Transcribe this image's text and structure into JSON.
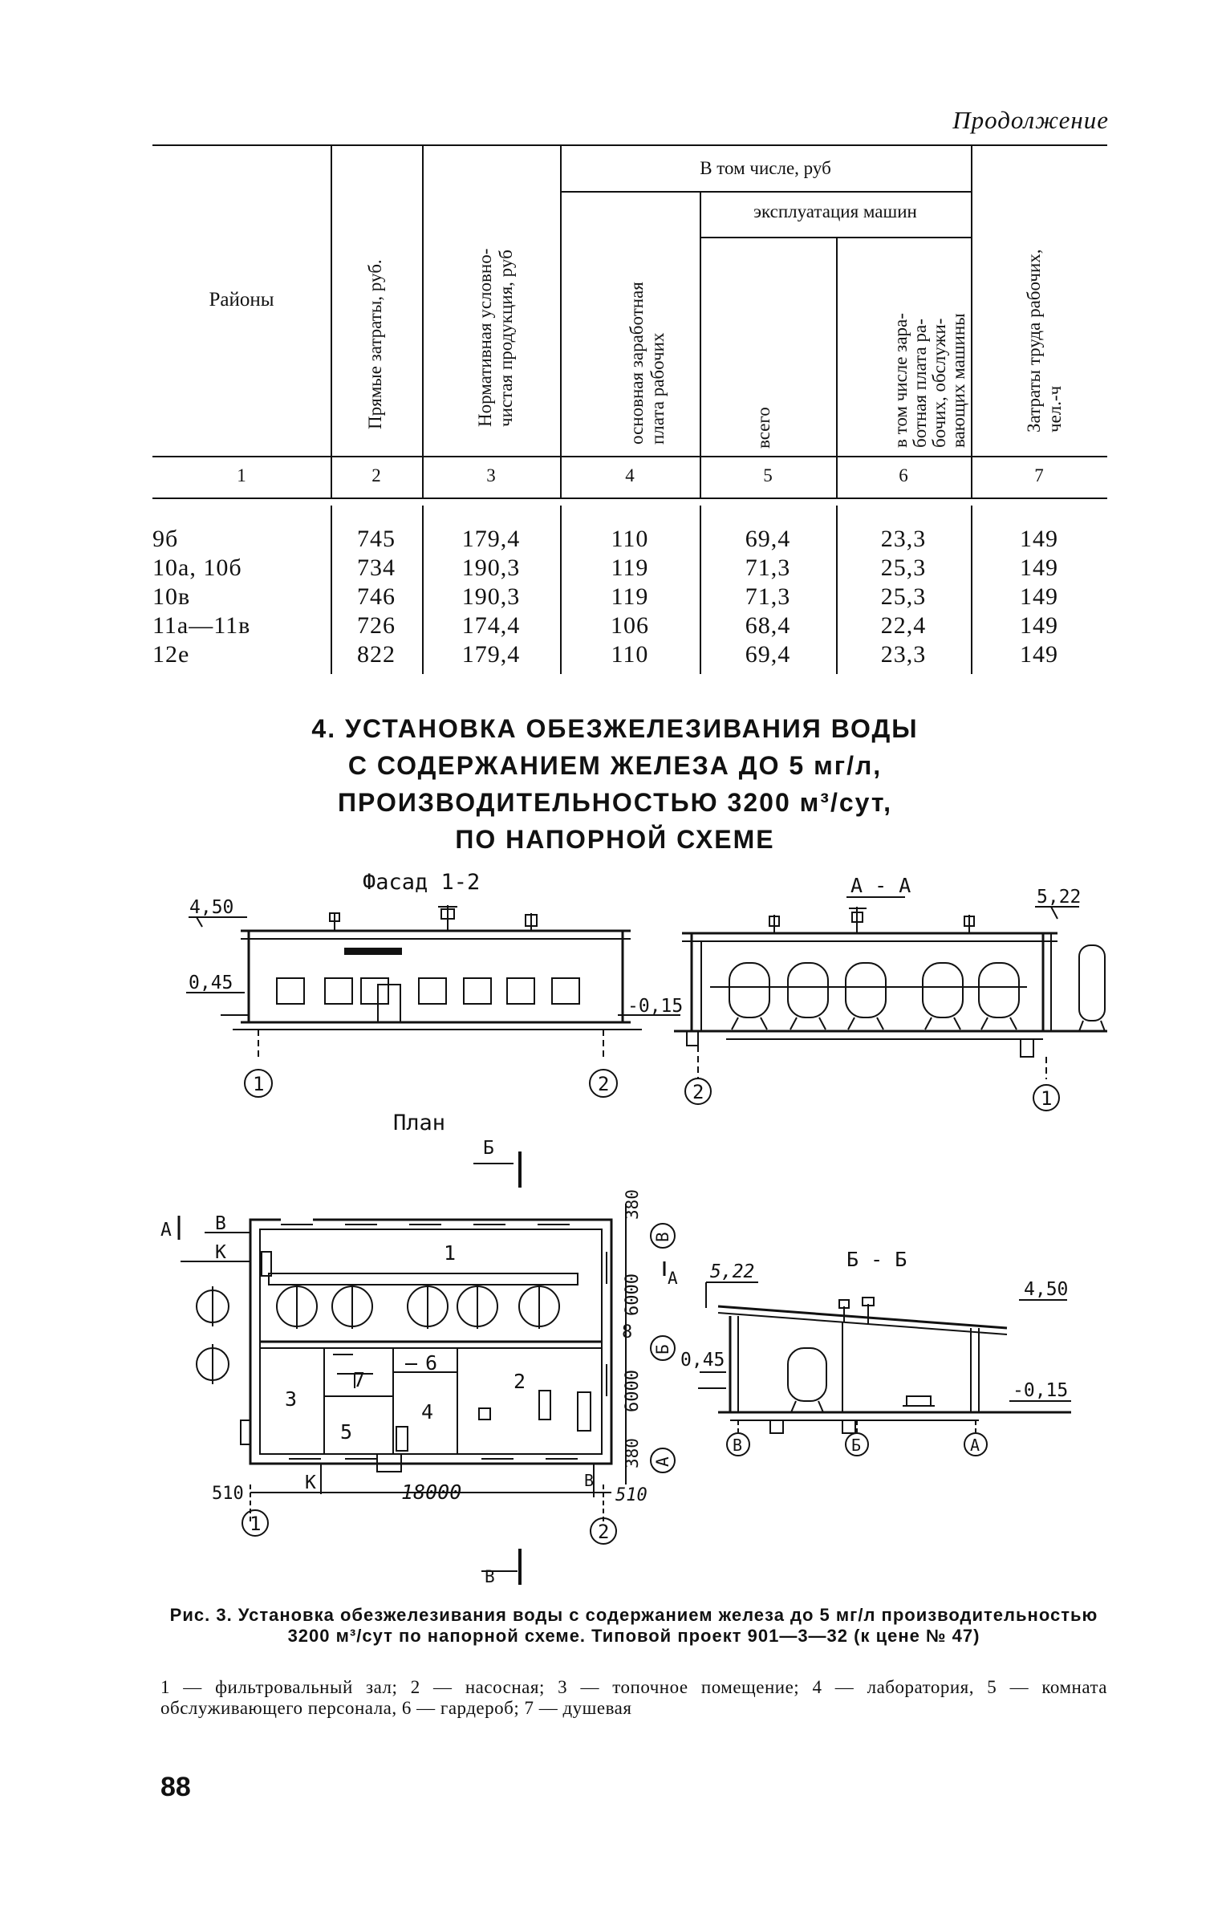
{
  "continued": "Продолжение",
  "table": {
    "headers": {
      "districts": "Районы",
      "direct_costs": "Прямые затраты, руб.",
      "normative_net_line1": "Нормативная условно-",
      "normative_net_line2": "чистая продукция, руб",
      "including": "В том числе, руб",
      "base_wage_line1": "основная заработная",
      "base_wage_line2": "плата рабочих",
      "machine_operation": "эксплуатация машин",
      "total": "всего",
      "incl_wage_line1": "в том числе зара-",
      "incl_wage_line2": "ботная плата ра-",
      "incl_wage_line3": "бочих, обслужи-",
      "incl_wage_line4": "вающих машины",
      "labor_line1": "Затраты труда рабочих,",
      "labor_line2": "чел.-ч"
    },
    "col_numbers": [
      "1",
      "2",
      "3",
      "4",
      "5",
      "6",
      "7"
    ],
    "columns": [
      "9б\n10а, 10б\n10в\n11а—11в\n12е",
      "745\n734\n746\n726\n822",
      "179,4\n190,3\n190,3\n174,4\n179,4",
      "110\n119\n119\n106\n110",
      "69,4\n71,3\n71,3\n68,4\n69,4",
      "23,3\n25,3\n25,3\n22,4\n23,3",
      "149\n149\n149\n149\n149"
    ]
  },
  "section_title": {
    "line1": "4. УСТАНОВКА ОБЕЗЖЕЛЕЗИВАНИЯ ВОДЫ",
    "line2": "С СОДЕРЖАНИЕМ ЖЕЛЕЗА ДО 5 мг/л,",
    "line3": "ПРОИЗВОДИТЕЛЬНОСТЬЮ 3200 м³/сут,",
    "line4": "ПО НАПОРНОЙ СХЕМЕ"
  },
  "drawing": {
    "facade_label": "Фасад 1-2",
    "section_aa_label": "А - А",
    "plan_label": "План",
    "section_bb_label": "Б - Б",
    "elev_450": "4,50",
    "elev_045": "0,45",
    "elev_m015": "-0,15",
    "elev_522": "5,22",
    "axis_1": "1",
    "axis_2": "2",
    "axis_A": "А",
    "axis_B": "Б",
    "axis_V": "В",
    "dim_18000": "18000",
    "dim_510": "510",
    "dim_380": "380",
    "dim_6000": "6000",
    "letter_A": "А",
    "letter_B": "Б",
    "letter_V": "В",
    "letter_K": "К",
    "room_1": "1",
    "room_2": "2",
    "room_3": "3",
    "room_4": "4",
    "room_5": "5",
    "room_6": "6",
    "room_7": "7",
    "room_8": "8"
  },
  "caption": {
    "bold": "Рис. 3. Установка обезжелезивания воды с содержанием железа до 5 мг/л производительностью 3200 м³/сут по напорной схеме. Типовой проект 901—3—32 (к цене № 47)",
    "legend": "1 — фильтровальный зал; 2 — насосная; 3 — топочное помещение; 4 — лаборатория, 5 — комната обслуживающего персонала, 6 — гардероб; 7 — душевая"
  },
  "page_number": "88"
}
